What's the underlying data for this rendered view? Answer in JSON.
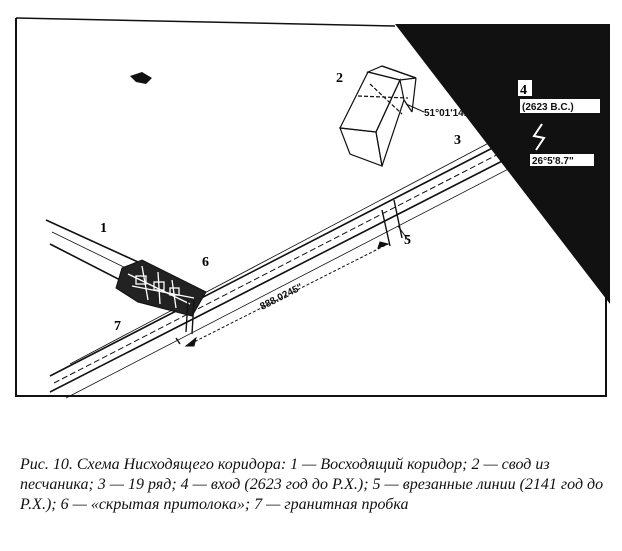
{
  "diagram": {
    "labels": {
      "l1": "1",
      "l2": "2",
      "l3": "3",
      "l4": "4",
      "l5": "5",
      "l6": "6",
      "l7": "7"
    },
    "annotations": {
      "angle_top": "51°01'14.3\"",
      "date_entrance": "(2623 B.C.)",
      "angle_low": "26°5'8.7\"",
      "corridor_length": "888.0245\""
    },
    "colors": {
      "ink": "#111111",
      "paper": "#ffffff"
    }
  },
  "caption": {
    "text": "Рис. 10. Схема Нисходящего коридора: 1 — Восходящий коридор; 2 — свод из песчаника; 3 — 19 ряд; 4 — вход (2623 год до Р.Х.); 5 — врезанные линии (2141 год до Р.Х.); 6 — «скрытая притолока»; 7 — гранитная пробка"
  }
}
